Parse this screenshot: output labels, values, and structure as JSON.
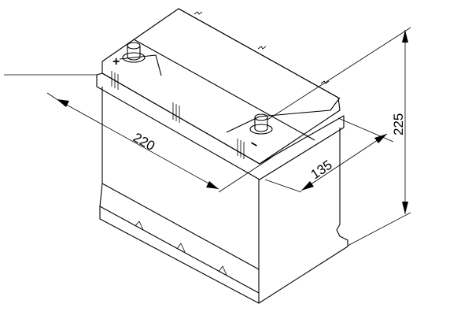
{
  "diagram": {
    "subject": "battery",
    "dimensions": {
      "length": "220",
      "width": "135",
      "height": "225"
    },
    "terminals": {
      "positive_symbol": "+",
      "negative_symbol": "−"
    },
    "line_color": "#000000",
    "background_color": "#ffffff"
  }
}
